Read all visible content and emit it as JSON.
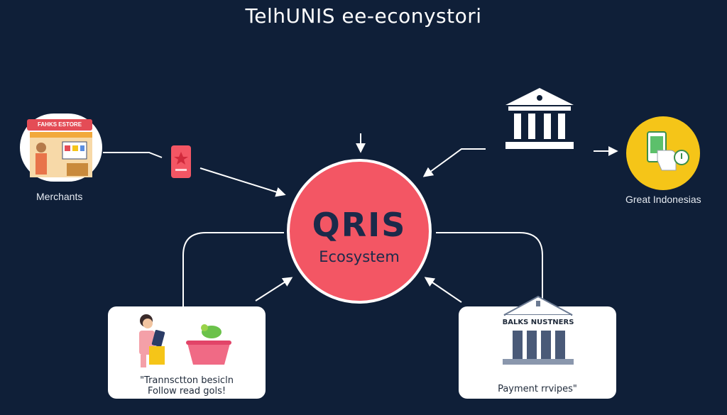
{
  "title": "TelhUNIS ee-econystori",
  "hub": {
    "title": "QRIS",
    "subtitle": "Ecosystem"
  },
  "merchants": {
    "sign": "FAHKS ESTORE",
    "label": "Merchants"
  },
  "indonesia": {
    "label": "Great Indonesias"
  },
  "consumer_card": {
    "line1": "\"Trannsctton besicln",
    "line2": "Follow read gols!"
  },
  "banks_card": {
    "header": "BALKS NUSTNERS",
    "label": "Payment rrvipes\""
  },
  "colors": {
    "background": "#0f1f38",
    "hub_fill": "#f35664",
    "hub_text": "#1b2a4a",
    "indonesia_circle": "#f5c518",
    "connector": "#ffffff"
  },
  "icons": [
    "store-icon",
    "phone-icon",
    "bank-icon",
    "mobile-payment-icon",
    "shopper-icon",
    "basket-icon",
    "bank-building-icon"
  ]
}
